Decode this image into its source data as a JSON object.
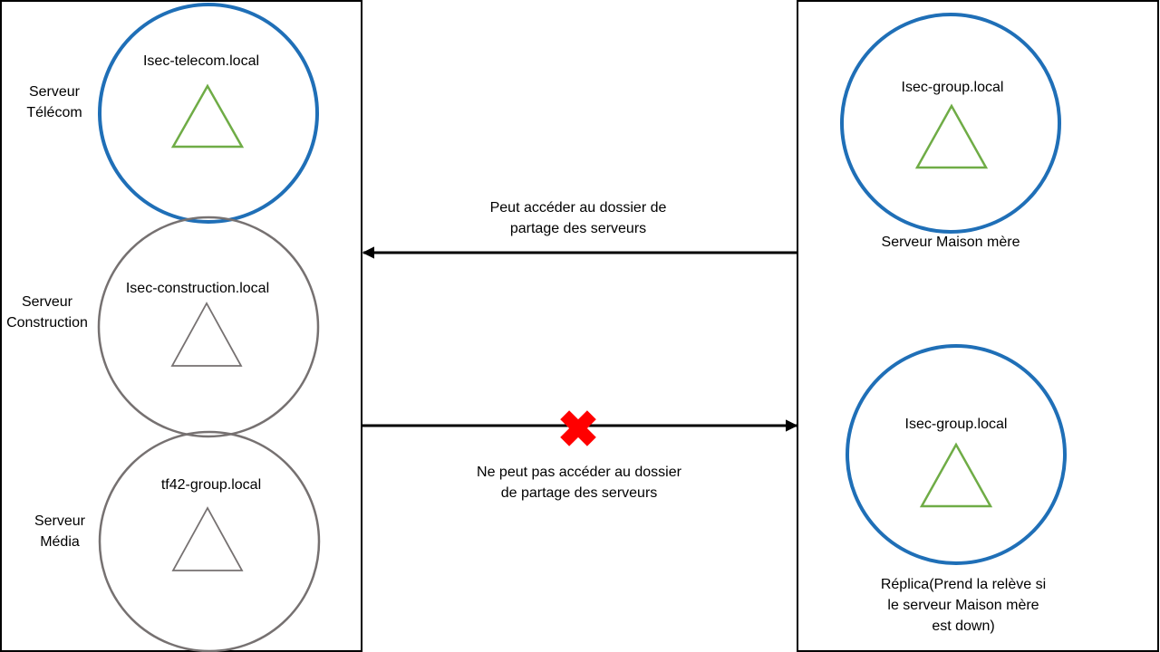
{
  "left_panel": {
    "servers": [
      {
        "side_label": "Serveur\nTélécom",
        "domain": "Isec-telecom.local",
        "state": "active",
        "ring_color": "#1f6fb7",
        "triangle_color": "#6fac46"
      },
      {
        "side_label": "Serveur\nConstruction",
        "domain": "Isec-construction.local",
        "state": "inactive",
        "ring_color": "#767171",
        "triangle_color": "#767171"
      },
      {
        "side_label": "Serveur\nMédia",
        "domain": "tf42-group.local",
        "state": "inactive",
        "ring_color": "#767171",
        "triangle_color": "#767171"
      }
    ]
  },
  "right_panel": {
    "servers": [
      {
        "domain": "Isec-group.local",
        "caption": "Serveur Maison mère",
        "ring_color": "#1f6fb7",
        "triangle_color": "#6fac46"
      },
      {
        "domain": "Isec-group.local",
        "caption": "Réplica(Prend la relève si\nle serveur Maison mère\nest down)",
        "ring_color": "#1f6fb7",
        "triangle_color": "#6fac46"
      }
    ]
  },
  "connections": {
    "allowed": {
      "label": "Peut accéder au dossier de\npartage des serveurs",
      "direction": "right-to-left"
    },
    "blocked": {
      "label": "Ne peut pas accéder au dossier\nde partage des serveurs",
      "direction": "left-to-right",
      "marker_icon": "red-cross-icon",
      "marker_color": "#ff0000"
    }
  }
}
